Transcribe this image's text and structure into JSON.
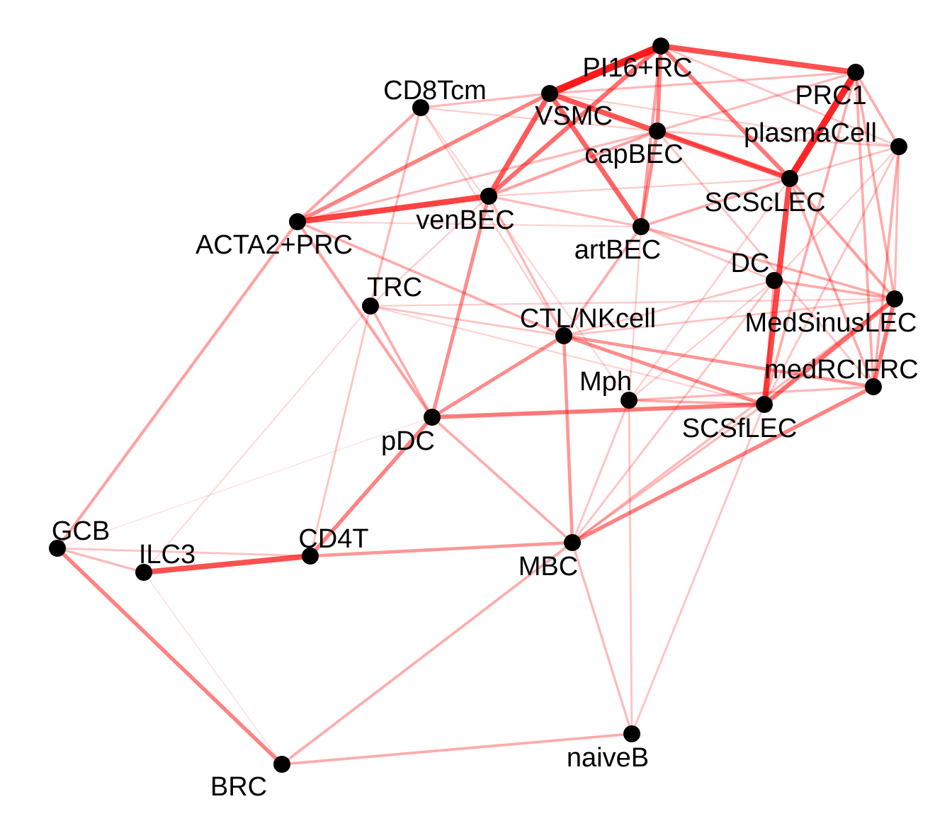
{
  "graph": {
    "edge_color": "#ff0000",
    "node_color": "#000000",
    "label_color": "#000000",
    "nodes": [
      {
        "id": "PI16+RC",
        "label": "PI16+RC"
      },
      {
        "id": "PRC1",
        "label": "PRC1"
      },
      {
        "id": "VSMC",
        "label": "VSMC"
      },
      {
        "id": "CD8Tcm",
        "label": "CD8Tcm"
      },
      {
        "id": "capBEC",
        "label": "capBEC"
      },
      {
        "id": "plasmaCell",
        "label": "plasmaCell"
      },
      {
        "id": "SCScLEC",
        "label": "SCScLEC"
      },
      {
        "id": "venBEC",
        "label": "venBEC"
      },
      {
        "id": "ACTA2+PRC",
        "label": "ACTA2+PRC"
      },
      {
        "id": "artBEC",
        "label": "artBEC"
      },
      {
        "id": "DC",
        "label": "DC"
      },
      {
        "id": "TRC",
        "label": "TRC"
      },
      {
        "id": "MedSinusLEC",
        "label": "MedSinusLEC"
      },
      {
        "id": "CTL/NKcell",
        "label": "CTL/NKcell"
      },
      {
        "id": "medRCIFRC",
        "label": "medRCIFRC"
      },
      {
        "id": "Mph",
        "label": "Mph"
      },
      {
        "id": "SCSfLEC",
        "label": "SCSfLEC"
      },
      {
        "id": "pDC",
        "label": "pDC"
      },
      {
        "id": "GCB",
        "label": "GCB"
      },
      {
        "id": "ILC3",
        "label": "ILC3"
      },
      {
        "id": "CD4T",
        "label": "CD4T"
      },
      {
        "id": "MBC",
        "label": "MBC"
      },
      {
        "id": "naiveB",
        "label": "naiveB"
      },
      {
        "id": "BRC",
        "label": "BRC"
      }
    ],
    "edges": [
      {
        "source": "PI16+RC",
        "target": "VSMC",
        "weight": 1.0
      },
      {
        "source": "PRC1",
        "target": "SCScLEC",
        "weight": 0.95
      },
      {
        "source": "PI16+RC",
        "target": "PRC1",
        "weight": 0.75
      },
      {
        "source": "VSMC",
        "target": "SCScLEC",
        "weight": 0.72
      },
      {
        "source": "SCScLEC",
        "target": "SCSfLEC",
        "weight": 0.78
      },
      {
        "source": "venBEC",
        "target": "ACTA2+PRC",
        "weight": 0.8
      },
      {
        "source": "VSMC",
        "target": "venBEC",
        "weight": 0.7
      },
      {
        "source": "ILC3",
        "target": "CD4T",
        "weight": 0.75
      },
      {
        "source": "VSMC",
        "target": "artBEC",
        "weight": 0.65
      },
      {
        "source": "PI16+RC",
        "target": "venBEC",
        "weight": 0.6
      },
      {
        "source": "SCSfLEC",
        "target": "MedSinusLEC",
        "weight": 0.6
      },
      {
        "source": "PI16+RC",
        "target": "SCScLEC",
        "weight": 0.55
      },
      {
        "source": "MedSinusLEC",
        "target": "medRCIFRC",
        "weight": 0.55
      },
      {
        "source": "MBC",
        "target": "medRCIFRC",
        "weight": 0.5
      },
      {
        "source": "pDC",
        "target": "SCSfLEC",
        "weight": 0.55
      },
      {
        "source": "VSMC",
        "target": "ACTA2+PRC",
        "weight": 0.5
      },
      {
        "source": "PI16+RC",
        "target": "capBEC",
        "weight": 0.5
      },
      {
        "source": "CTL/NKcell",
        "target": "SCSfLEC",
        "weight": 0.45
      },
      {
        "source": "pDC",
        "target": "CD4T",
        "weight": 0.5
      },
      {
        "source": "pDC",
        "target": "CTL/NKcell",
        "weight": 0.45
      },
      {
        "source": "capBEC",
        "target": "artBEC",
        "weight": 0.45
      },
      {
        "source": "GCB",
        "target": "BRC",
        "weight": 0.5
      },
      {
        "source": "venBEC",
        "target": "pDC",
        "weight": 0.45
      },
      {
        "source": "CTL/NKcell",
        "target": "medRCIFRC",
        "weight": 0.4
      },
      {
        "source": "CTL/NKcell",
        "target": "MBC",
        "weight": 0.4
      },
      {
        "source": "CD4T",
        "target": "MBC",
        "weight": 0.4
      },
      {
        "source": "venBEC",
        "target": "capBEC",
        "weight": 0.35
      },
      {
        "source": "PI16+RC",
        "target": "artBEC",
        "weight": 0.35
      },
      {
        "source": "CD8Tcm",
        "target": "ACTA2+PRC",
        "weight": 0.35
      },
      {
        "source": "ACTA2+PRC",
        "target": "GCB",
        "weight": 0.35
      },
      {
        "source": "ACTA2+PRC",
        "target": "pDC",
        "weight": 0.35
      },
      {
        "source": "ACTA2+PRC",
        "target": "CTL/NKcell",
        "weight": 0.3
      },
      {
        "source": "SCScLEC",
        "target": "MedSinusLEC",
        "weight": 0.35
      },
      {
        "source": "DC",
        "target": "MedSinusLEC",
        "weight": 0.3
      },
      {
        "source": "artBEC",
        "target": "SCScLEC",
        "weight": 0.3
      },
      {
        "source": "TRC",
        "target": "pDC",
        "weight": 0.3
      },
      {
        "source": "pDC",
        "target": "MBC",
        "weight": 0.3
      },
      {
        "source": "MBC",
        "target": "BRC",
        "weight": 0.3
      },
      {
        "source": "BRC",
        "target": "naiveB",
        "weight": 0.3
      },
      {
        "source": "MBC",
        "target": "naiveB",
        "weight": 0.25
      },
      {
        "source": "plasmaCell",
        "target": "medRCIFRC",
        "weight": 0.3
      },
      {
        "source": "plasmaCell",
        "target": "MedSinusLEC",
        "weight": 0.25
      },
      {
        "source": "PRC1",
        "target": "MedSinusLEC",
        "weight": 0.3
      },
      {
        "source": "PRC1",
        "target": "medRCIFRC",
        "weight": 0.3
      },
      {
        "source": "PRC1",
        "target": "plasmaCell",
        "weight": 0.3
      },
      {
        "source": "PRC1",
        "target": "SCSfLEC",
        "weight": 0.3
      },
      {
        "source": "DC",
        "target": "SCSfLEC",
        "weight": 0.3
      },
      {
        "source": "CD8Tcm",
        "target": "TRC",
        "weight": 0.25
      },
      {
        "source": "CD8Tcm",
        "target": "VSMC",
        "weight": 0.25
      },
      {
        "source": "GCB",
        "target": "ILC3",
        "weight": 0.25
      },
      {
        "source": "GCB",
        "target": "CD4T",
        "weight": 0.2
      },
      {
        "source": "naiveB",
        "target": "SCSfLEC",
        "weight": 0.2
      },
      {
        "source": "Mph",
        "target": "naiveB",
        "weight": 0.2
      },
      {
        "source": "artBEC",
        "target": "CTL/NKcell",
        "weight": 0.3
      },
      {
        "source": "venBEC",
        "target": "CTL/NKcell",
        "weight": 0.25
      },
      {
        "source": "venBEC",
        "target": "artBEC",
        "weight": 0.25
      },
      {
        "source": "MedSinusLEC",
        "target": "MBC",
        "weight": 0.25
      },
      {
        "source": "DC",
        "target": "MBC",
        "weight": 0.2
      },
      {
        "source": "Mph",
        "target": "SCSfLEC",
        "weight": 0.3
      },
      {
        "source": "Mph",
        "target": "medRCIFRC",
        "weight": 0.25
      },
      {
        "source": "capBEC",
        "target": "SCScLEC",
        "weight": 0.3
      },
      {
        "source": "capBEC",
        "target": "plasmaCell",
        "weight": 0.2
      },
      {
        "source": "ACTA2+PRC",
        "target": "capBEC",
        "weight": 0.25
      },
      {
        "source": "artBEC",
        "target": "MedSinusLEC",
        "weight": 0.3
      },
      {
        "source": "SCScLEC",
        "target": "medRCIFRC",
        "weight": 0.3
      },
      {
        "source": "VSMC",
        "target": "PRC1",
        "weight": 0.25
      },
      {
        "source": "capBEC",
        "target": "PRC1",
        "weight": 0.25
      },
      {
        "source": "plasmaCell",
        "target": "SCScLEC",
        "weight": 0.2
      },
      {
        "source": "TRC",
        "target": "CD4T",
        "weight": 0.2
      },
      {
        "source": "TRC",
        "target": "CTL/NKcell",
        "weight": 0.2
      },
      {
        "source": "TRC",
        "target": "MedSinusLEC",
        "weight": 0.15
      },
      {
        "source": "CD8Tcm",
        "target": "CTL/NKcell",
        "weight": 0.15
      },
      {
        "source": "CD8Tcm",
        "target": "capBEC",
        "weight": 0.15
      },
      {
        "source": "CD8Tcm",
        "target": "Mph",
        "weight": 0.12
      },
      {
        "source": "TRC",
        "target": "SCSfLEC",
        "weight": 0.12
      },
      {
        "source": "CTL/NKcell",
        "target": "DC",
        "weight": 0.2
      },
      {
        "source": "CTL/NKcell",
        "target": "MedSinusLEC",
        "weight": 0.2
      },
      {
        "source": "Mph",
        "target": "MBC",
        "weight": 0.2
      },
      {
        "source": "Mph",
        "target": "SCScLEC",
        "weight": 0.15
      },
      {
        "source": "Mph",
        "target": "DC",
        "weight": 0.15
      },
      {
        "source": "artBEC",
        "target": "DC",
        "weight": 0.2
      },
      {
        "source": "SCSfLEC",
        "target": "MBC",
        "weight": 0.25
      },
      {
        "source": "plasmaCell",
        "target": "SCSfLEC",
        "weight": 0.2
      },
      {
        "source": "PI16+RC",
        "target": "plasmaCell",
        "weight": 0.2
      },
      {
        "source": "VSMC",
        "target": "plasmaCell",
        "weight": 0.15
      },
      {
        "source": "venBEC",
        "target": "SCScLEC",
        "weight": 0.15
      },
      {
        "source": "ACTA2+PRC",
        "target": "artBEC",
        "weight": 0.12
      },
      {
        "source": "TRC",
        "target": "venBEC",
        "weight": 0.15
      },
      {
        "source": "TRC",
        "target": "ILC3",
        "weight": 0.1
      },
      {
        "source": "ILC3",
        "target": "BRC",
        "weight": 0.06
      },
      {
        "source": "GCB",
        "target": "pDC",
        "weight": 0.05
      },
      {
        "source": "artBEC",
        "target": "Mph",
        "weight": 0.15
      },
      {
        "source": "plasmaCell",
        "target": "DC",
        "weight": 0.15
      },
      {
        "source": "capBEC",
        "target": "medRCIFRC",
        "weight": 0.2
      }
    ]
  }
}
